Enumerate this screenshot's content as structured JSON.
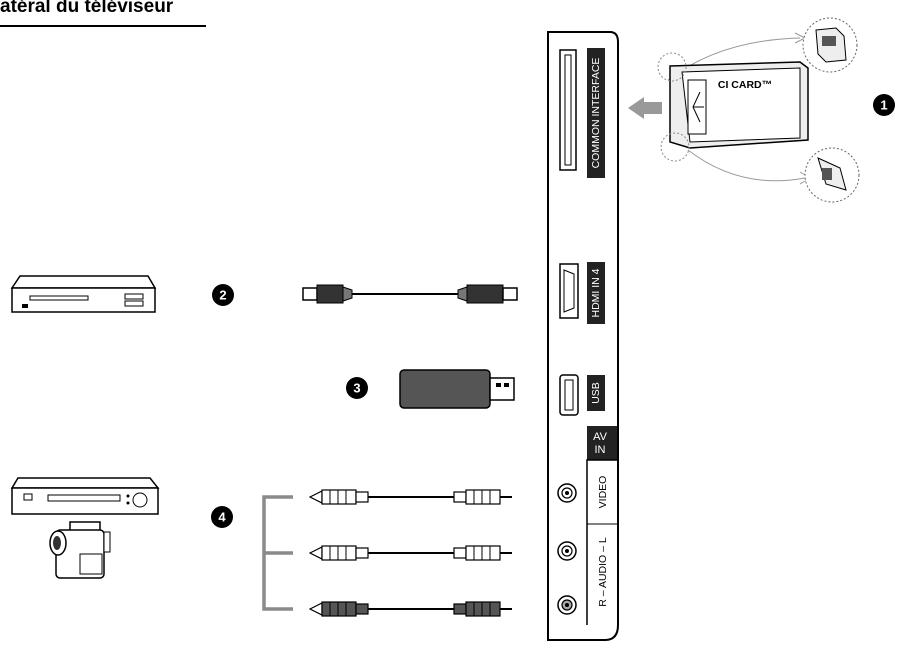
{
  "header": {
    "title": "atéral du téléviseur"
  },
  "ports": {
    "common_interface": "COMMON INTERFACE",
    "hdmi": "HDMI IN 4",
    "usb": "USB",
    "av_in_line1": "AV",
    "av_in_line2": "IN",
    "video": "VIDEO",
    "audio": "R – AUDIO – L"
  },
  "ci_card": {
    "label": "CI CARD™"
  },
  "steps": {
    "one": "1",
    "two": "2",
    "three": "3",
    "four": "4"
  },
  "colors": {
    "label_bg": "#222222",
    "device_fill": "#ffffff",
    "usb_body": "#555555",
    "accent_gray": "#8a8a8a"
  }
}
